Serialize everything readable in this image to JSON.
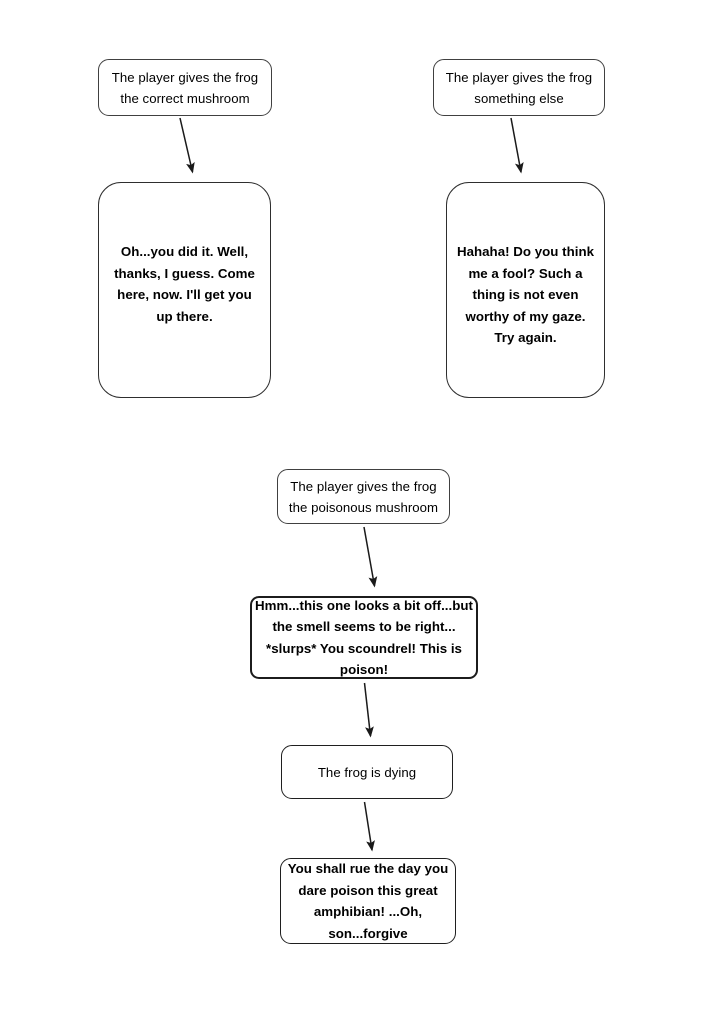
{
  "diagram": {
    "title": "Frog mushroom dialogue flowchart",
    "background_color": "#ffffff",
    "node_border_color": "#3b3b3b",
    "text_color": "#000000",
    "nodes": [
      {
        "id": "player-correct",
        "kind": "prompt",
        "text": "The player gives the frog\nthe correct mushroom"
      },
      {
        "id": "player-something",
        "kind": "prompt",
        "text": "The player gives the frog\nsomething else"
      },
      {
        "id": "reply-correct",
        "kind": "dialogue",
        "text": "Oh...you did it. Well,\nthanks, I guess. Come\nhere, now. I'll get you\nup there."
      },
      {
        "id": "reply-something",
        "kind": "dialogue",
        "text": "Hahaha! Do you think\nme a fool? Such a\nthing is not even\nworthy of my gaze.\nTry again."
      },
      {
        "id": "player-poisonous",
        "kind": "prompt",
        "text": "The player gives the frog\nthe poisonous mushroom"
      },
      {
        "id": "reply-poison",
        "kind": "dialogue",
        "text": "Hmm...this one looks a bit off...but\nthe smell seems to be right...\n*slurps* You scoundrel! This is\npoison!"
      },
      {
        "id": "frog-dying",
        "kind": "prompt",
        "text": "The frog is dying"
      },
      {
        "id": "reply-rue",
        "kind": "dialogue",
        "text": "You shall rue the day you\ndare poison this great\namphibian! ...Oh,\nson...forgive"
      }
    ],
    "edges": [
      {
        "id": "edge-correct",
        "from": "player-correct",
        "to": "reply-correct"
      },
      {
        "id": "edge-something",
        "from": "player-something",
        "to": "reply-something"
      },
      {
        "id": "edge-poisonous",
        "from": "player-poisonous",
        "to": "reply-poison"
      },
      {
        "id": "edge-poison-die",
        "from": "reply-poison",
        "to": "frog-dying"
      },
      {
        "id": "edge-die-rue",
        "from": "frog-dying",
        "to": "reply-rue"
      }
    ]
  }
}
